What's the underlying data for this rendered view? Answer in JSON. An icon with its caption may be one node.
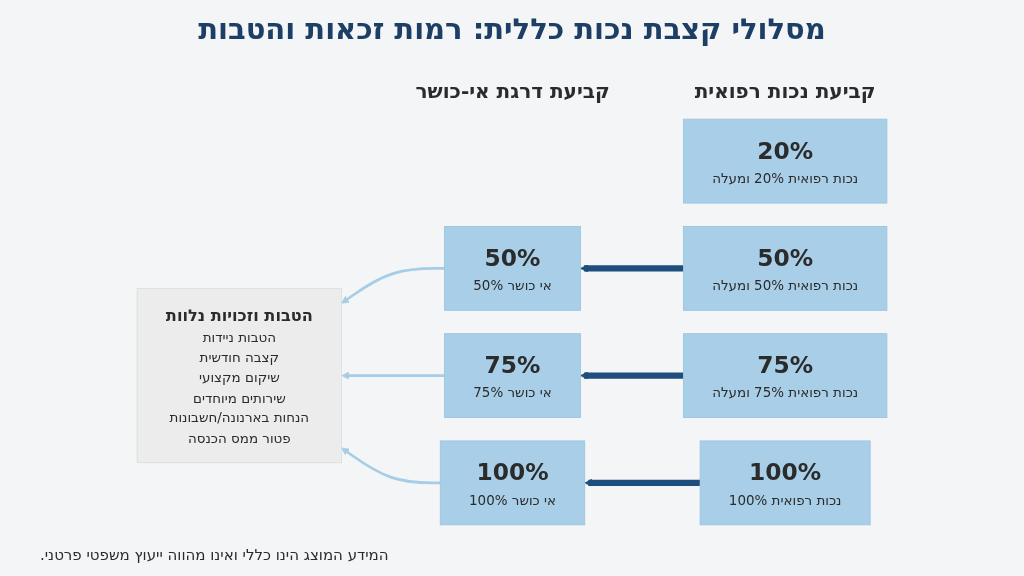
{
  "diagram": {
    "title": "מסלולי קצבת נכות כללית: רמות זכאות והטבות",
    "nodes": [
      {
        "text": [
          "20%",
          "נכות רפואית 20% ומעלה"
        ]
      },
      {
        "text": [
          "50%",
          "נכות רפואית 50% ומעלה"
        ]
      },
      {
        "text": [
          "75%",
          "נכות רפואית 75% ומעלה"
        ]
      },
      {
        "text": [
          "100%",
          "נכות רפואית 100%"
        ]
      },
      {
        "text": [
          "50%",
          "אי כושר 50%"
        ]
      },
      {
        "text": [
          "75%",
          "אי כושר 75%"
        ]
      },
      {
        "text": [
          "100%",
          "אי כושר 100%"
        ]
      },
      {
        "text": [
          "הטבות וזכויות נלוות",
          "הטבות ניידות",
          "קצבה חודשית",
          "שיקום מקצועי",
          "שירותים מיוחדים",
          "הנחות בארנונה/חשבונות",
          "פטור ממס הכנסה"
        ]
      }
    ],
    "edges": [
      {
        "from": 1,
        "to": 4,
        "arrow": "to",
        "style": "thick",
        "color": "#1d4e7e"
      },
      {
        "from": 2,
        "to": 5,
        "arrow": "to",
        "style": "thick",
        "color": "#1d4e7e"
      },
      {
        "from": 3,
        "to": 6,
        "arrow": "to",
        "style": "thick",
        "color": "#1d4e7e"
      },
      {
        "from": 4,
        "to": 7,
        "arrow": "to",
        "color": "#a6cde8"
      },
      {
        "from": 5,
        "to": 7,
        "arrow": "to",
        "color": "#a6cde8"
      },
      {
        "from": 6,
        "to": 7,
        "arrow": "to",
        "color": "#a6cde8"
      }
    ],
    "labels": [
      "קביעת נכות רפואית",
      "קביעת דרגת אי-כושר"
    ],
    "caption": "המידע המוצג הינו כללי ואינו מהווה ייעוץ משפטי פרטני."
  }
}
